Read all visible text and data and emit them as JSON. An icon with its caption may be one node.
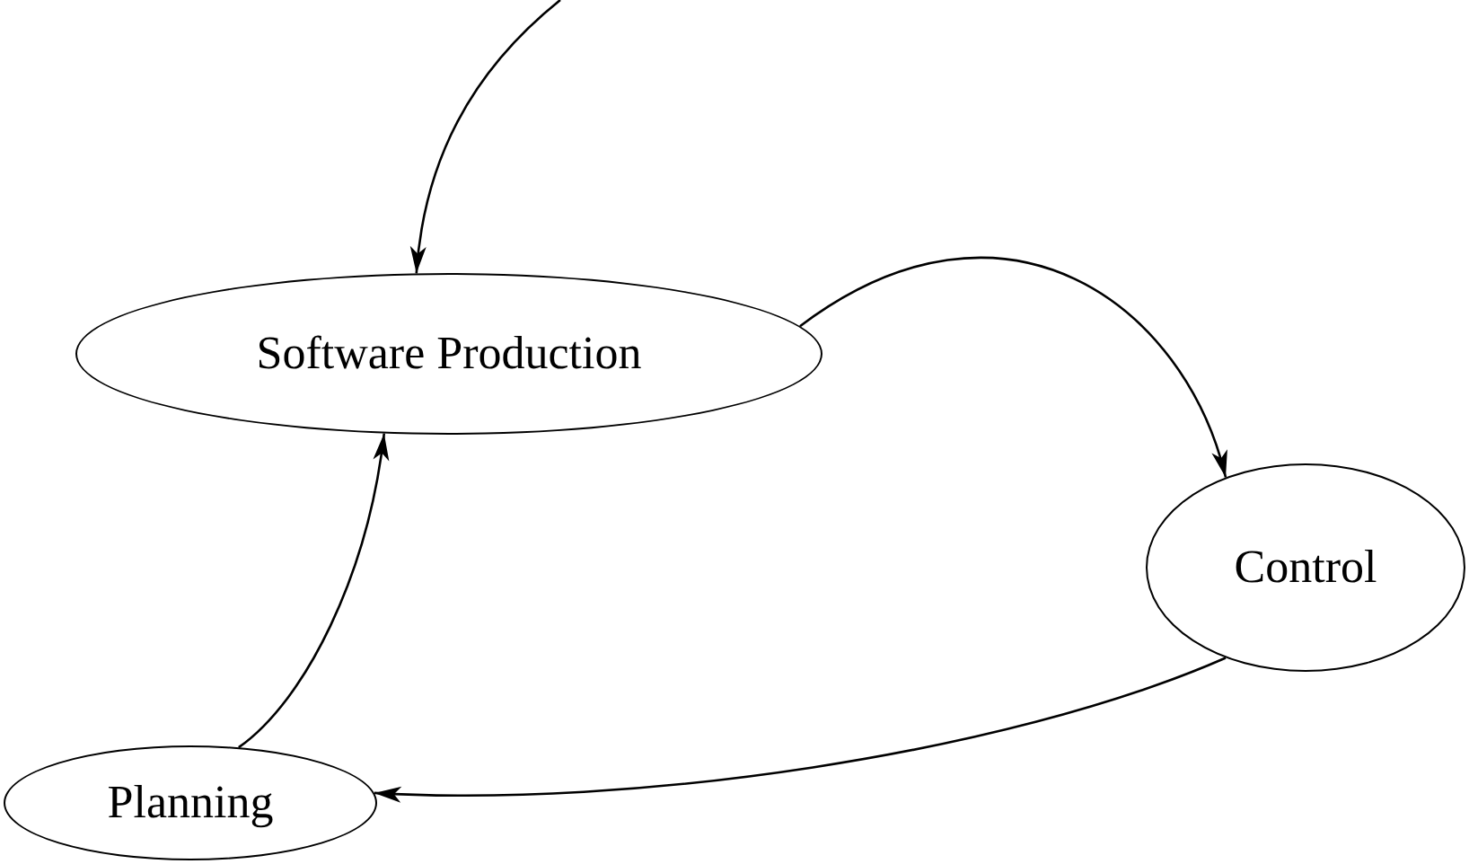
{
  "diagram": {
    "nodes": [
      {
        "text": [
          "Software Production"
        ]
      },
      {
        "text": [
          "Control"
        ]
      },
      {
        "text": [
          "Planning"
        ]
      }
    ],
    "edges": [
      {
        "from": null,
        "to": 0,
        "arrow": "to"
      },
      {
        "from": 0,
        "to": 1,
        "arrow": "to"
      },
      {
        "from": 1,
        "to": 2,
        "arrow": "to"
      },
      {
        "from": 2,
        "to": 0,
        "arrow": "to"
      }
    ]
  }
}
